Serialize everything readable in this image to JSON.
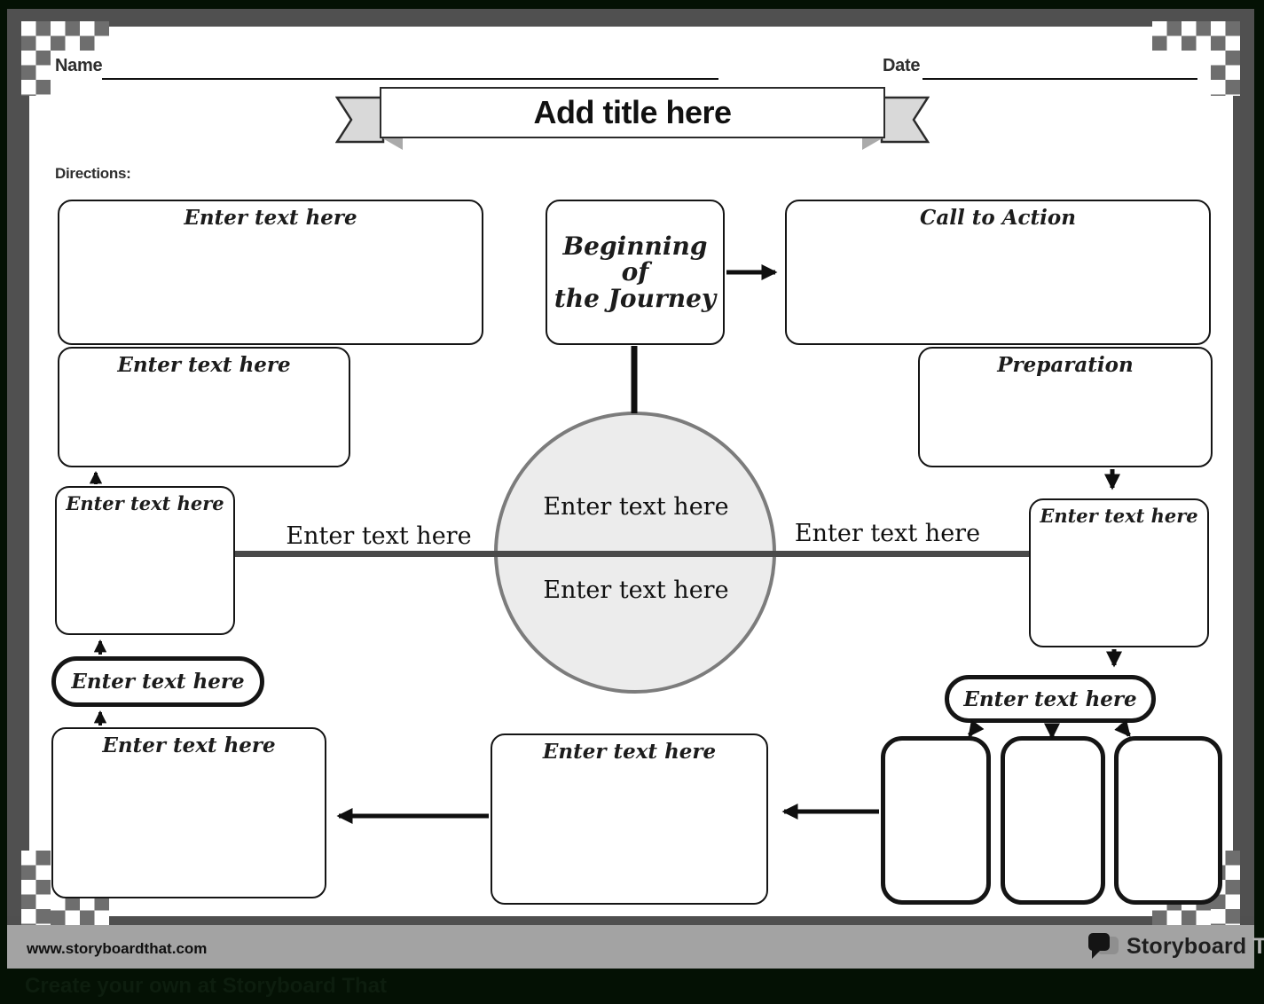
{
  "header": {
    "name_label": "Name",
    "name_value": "",
    "date_label": "Date",
    "date_value": "",
    "title": "Add title here",
    "directions_label": "Directions:"
  },
  "diagram": {
    "boxes": {
      "top_left_large": "Enter text here",
      "top_left_small": "Enter text here",
      "beginning_lines": [
        "Beginning of",
        "the Journey"
      ],
      "call_to_action": "Call to Action",
      "preparation": "Preparation",
      "left_square": "Enter text here",
      "left_pill": "Enter text here",
      "bottom_left_large": "Enter text here",
      "bottom_middle": "Enter text here",
      "right_square": "Enter text here",
      "right_pill": "Enter text here"
    },
    "circle": {
      "top_text": "Enter text here",
      "bottom_text": "Enter text here"
    },
    "timeline": {
      "left_label": "Enter text here",
      "right_label": "Enter text here"
    }
  },
  "footer": {
    "website": "www.storyboardthat.com",
    "logo_primary": "Storyboard",
    "logo_secondary": "That",
    "watermark": "Create your own at Storyboard That"
  },
  "colors": {
    "background": "#041104",
    "frame_gray": "#505050",
    "checker_gray": "#6e6e6e",
    "footer_bar": "#a3a3a3",
    "circle_fill": "#ececec",
    "timeline_gray": "#4a4a4a"
  }
}
